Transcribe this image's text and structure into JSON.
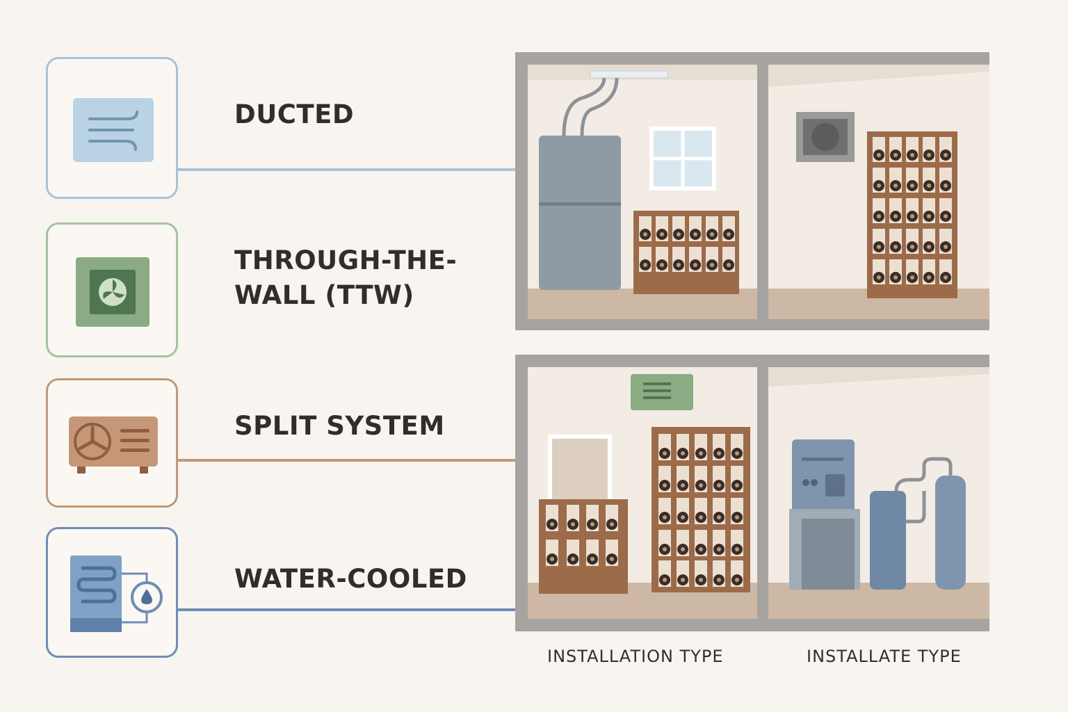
{
  "types": [
    {
      "label": "DUCTED",
      "icon": "air-flow-icon",
      "color": "#9fbdd3"
    },
    {
      "label": "THROUGH-THE-\nWALL (TTW)",
      "icon": "wall-fan-icon",
      "color": "#9bb894"
    },
    {
      "label": "SPLIT SYSTEM",
      "icon": "outdoor-condenser-icon",
      "color": "#b98a66"
    },
    {
      "label": "WATER-COOLED",
      "icon": "water-chiller-icon",
      "color": "#6b8bb3"
    }
  ],
  "captions": {
    "left": "INSTALLATION TYPE",
    "right": "INSTALLATE TYPE"
  }
}
